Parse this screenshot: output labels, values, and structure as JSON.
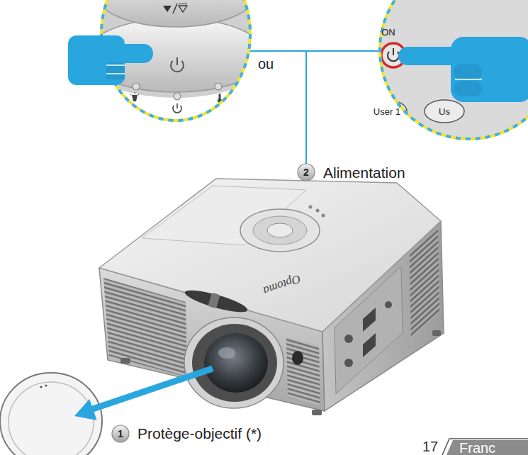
{
  "diagram": {
    "labels": [
      "ou",
      "2",
      "Alimentation",
      "1",
      "Protège-objectif (*)",
      "17",
      "Franc",
      "ON",
      "User 1",
      "Us",
      "Optoma"
    ]
  }
}
